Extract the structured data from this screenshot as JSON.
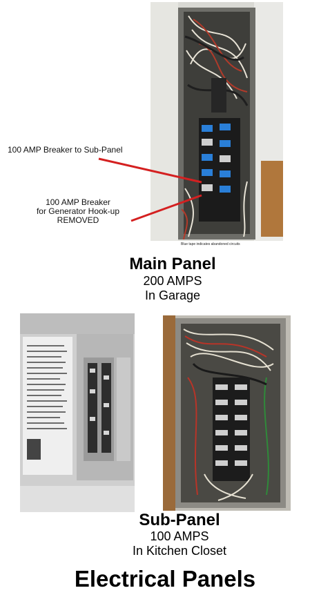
{
  "annotations": {
    "subpanel_breaker": "100 AMP Breaker to Sub-Panel",
    "generator_line1": "100 AMP Breaker",
    "generator_line2": "for Generator Hook-up",
    "generator_line3": "REMOVED",
    "blue_tape_note": "Blue tape indicates abandoned circuits"
  },
  "main_panel": {
    "title": "Main Panel",
    "rating": "200 AMPS",
    "location": "In Garage"
  },
  "sub_panel": {
    "title": "Sub-Panel",
    "rating": "100 AMPS",
    "location": "In Kitchen Closet"
  },
  "page_title": "Electrical Panels",
  "colors": {
    "arrow_red": "#d42020",
    "breaker_blue": "#2a7fd8"
  }
}
